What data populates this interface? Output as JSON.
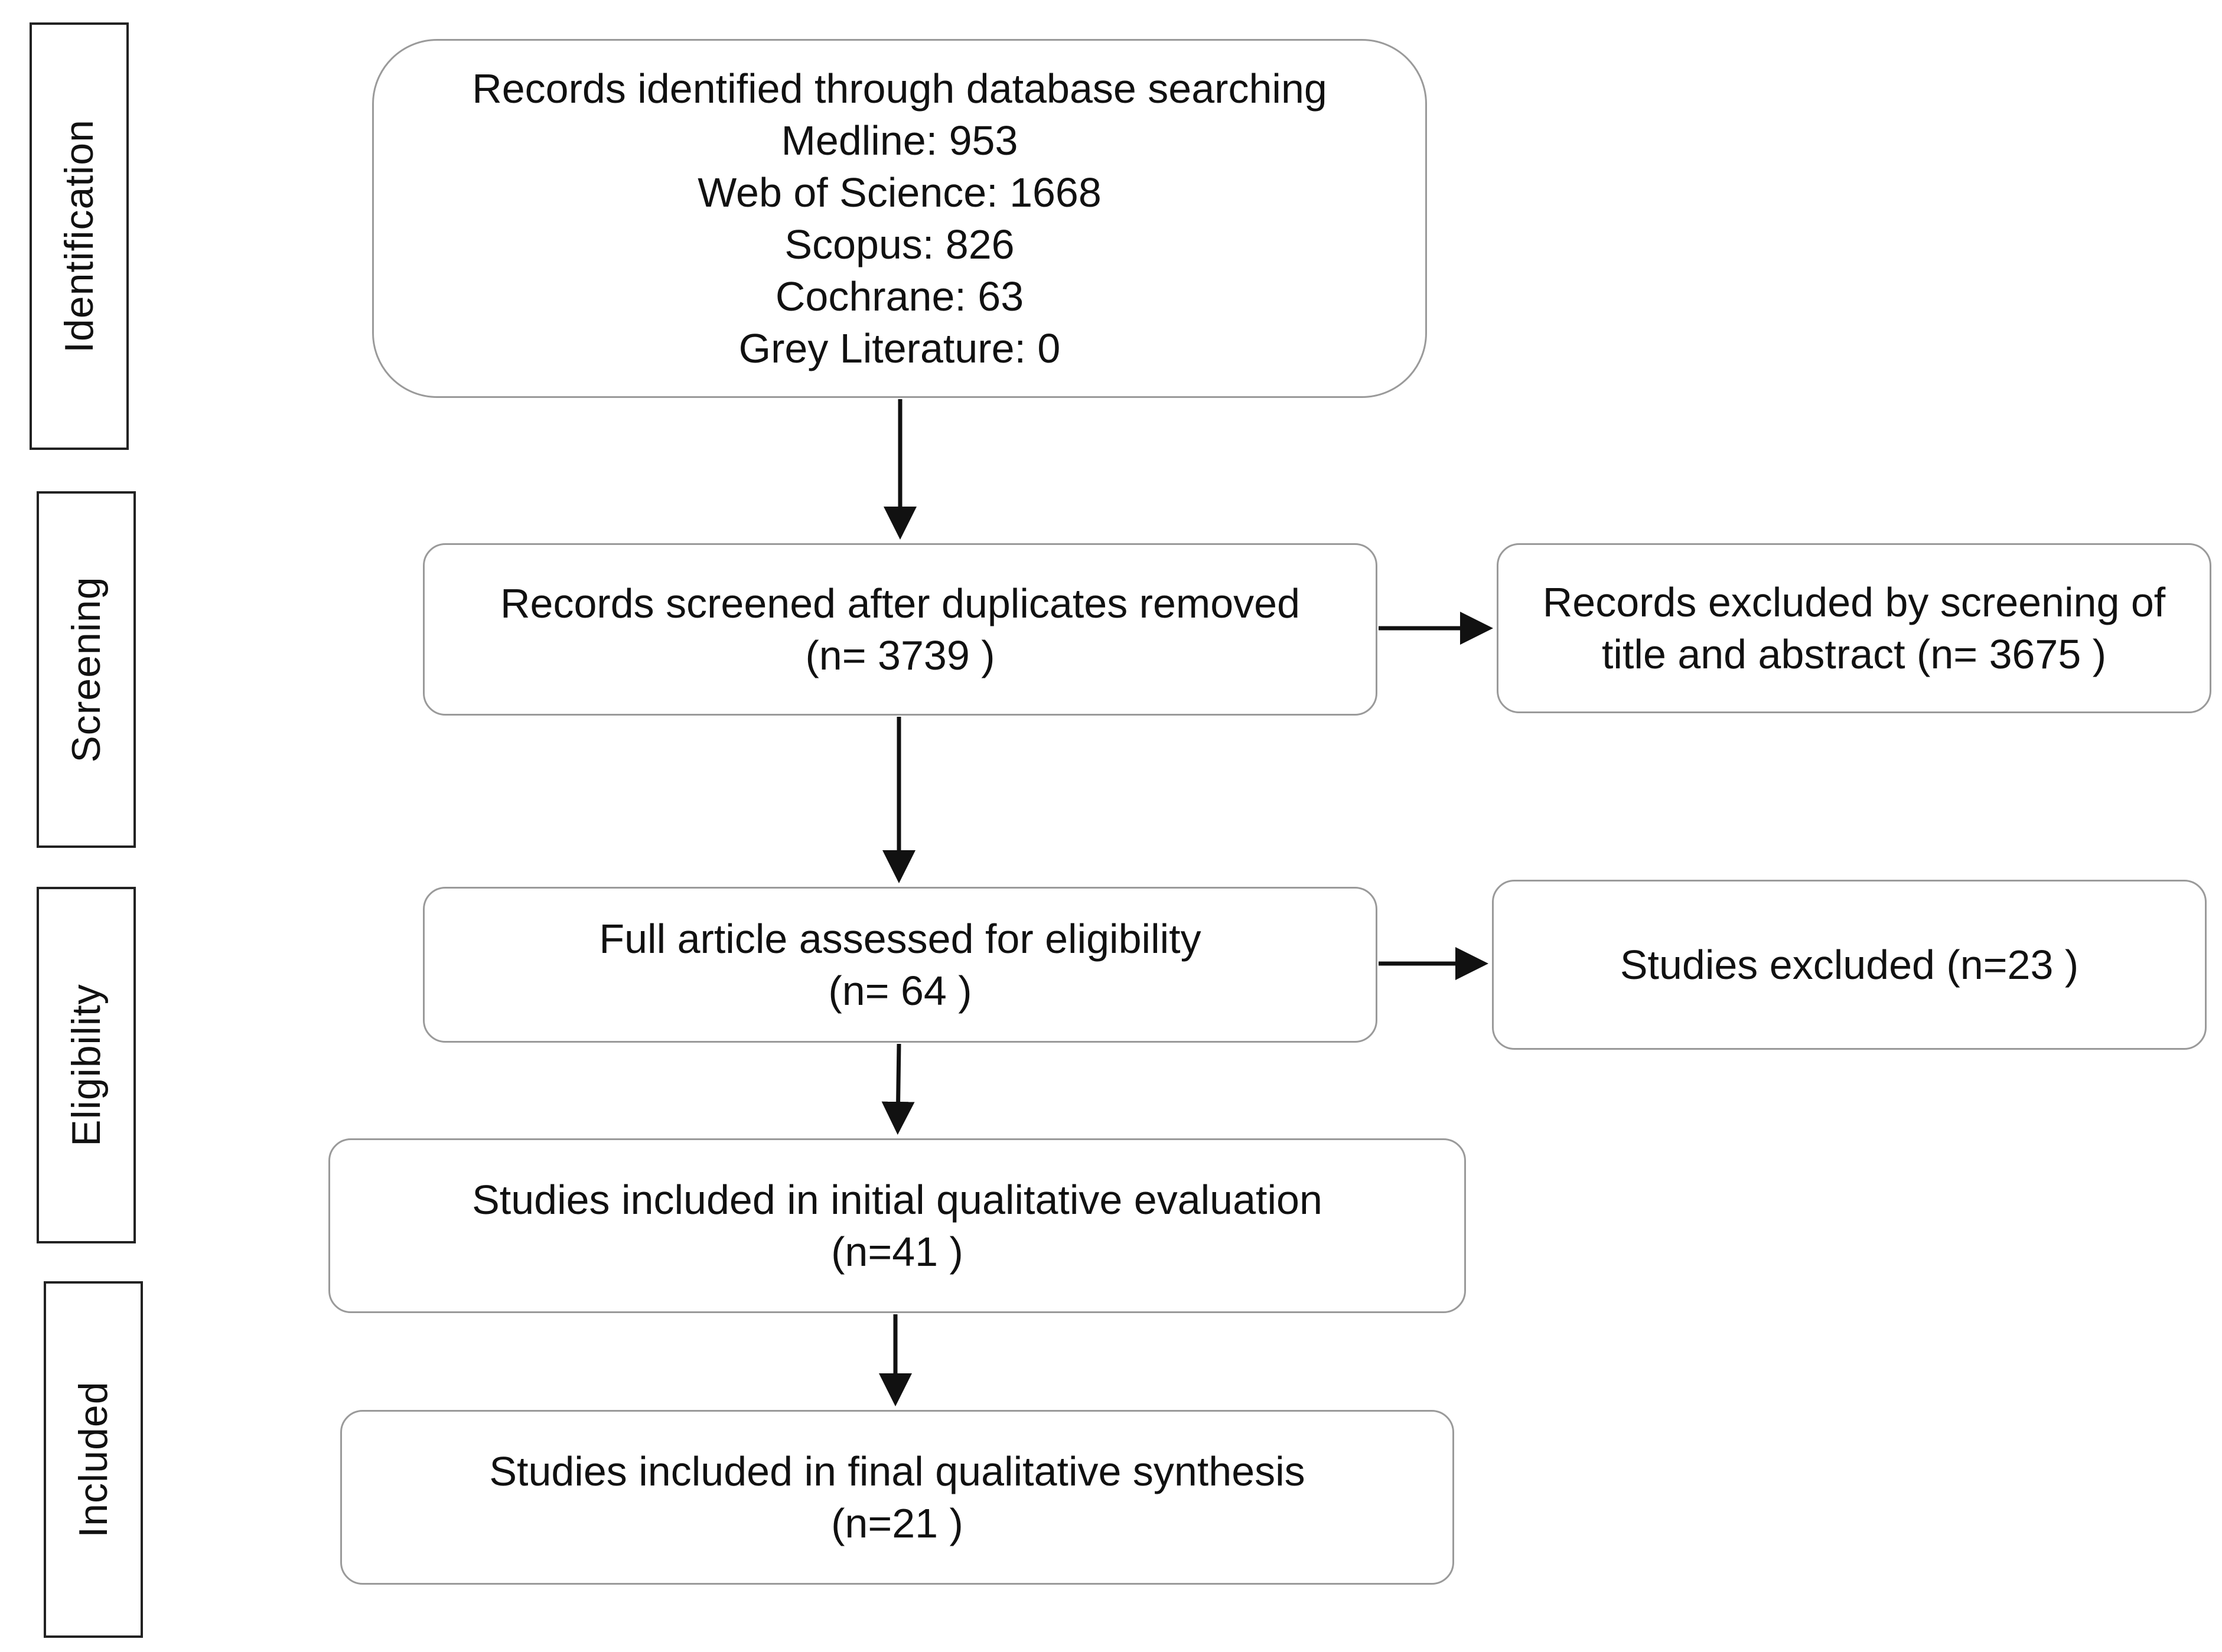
{
  "stages": {
    "identification": "Identification",
    "screening": "Screening",
    "eligibility": "Eligibility",
    "included": "Included"
  },
  "boxes": {
    "identified": {
      "title": "Records identified through database searching",
      "lines": [
        "Medline: 953",
        "Web of Science: 1668",
        "Scopus: 826",
        "Cochrane: 63",
        "Grey Literature: 0"
      ]
    },
    "screened": {
      "title": "Records screened after duplicates removed",
      "count": "(n= 3739 )"
    },
    "excluded_title_abstract": {
      "line1": "Records excluded by screening of",
      "line2": "title and abstract (n= 3675 )"
    },
    "full_article": {
      "title": "Full article assessed for eligibility",
      "count": "(n= 64 )"
    },
    "studies_excluded": {
      "title": "Studies excluded (n=23 )"
    },
    "initial_evaluation": {
      "title": "Studies included in initial qualitative evaluation",
      "count": "(n=41 )"
    },
    "final_synthesis": {
      "title": "Studies included in final qualitative synthesis",
      "count": "(n=21 )"
    }
  },
  "colors": {
    "box_border": "#9a9a9a",
    "label_border": "#222222",
    "arrow": "#111111"
  }
}
